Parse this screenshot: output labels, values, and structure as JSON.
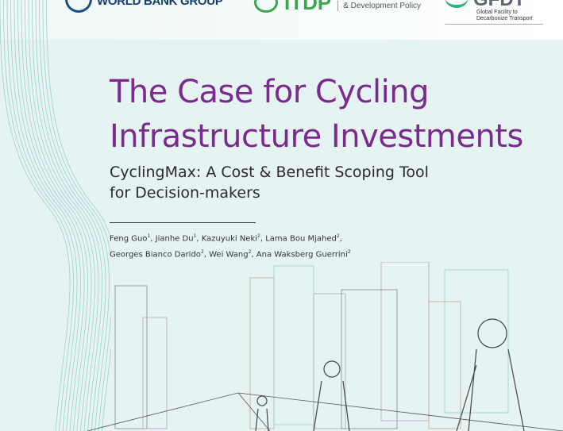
{
  "logos": {
    "world_bank": "WORLD BANK GROUP",
    "itdp": "ITDP",
    "itdp_sub": "& Development Policy",
    "gfdt": "GFDT",
    "gfdt_sub_1": "Global Facility to",
    "gfdt_sub_2": "Decarbonize Transport"
  },
  "title_line1": "The Case for Cycling",
  "title_line2": "Infrastructure Investments",
  "subtitle_line1": "CyclingMax: A Cost & Benefit Scoping Tool",
  "subtitle_line2": "for Decision-makers",
  "authors_line1": [
    {
      "name": "Feng Guo",
      "aff": "1"
    },
    {
      "name": "Jianhe Du",
      "aff": "1"
    },
    {
      "name": "Kazuyuki Neki",
      "aff": "2"
    },
    {
      "name": "Lama Bou Mjahed",
      "aff": "2"
    }
  ],
  "authors_line2": [
    {
      "name": "Georges Bianco Darido",
      "aff": "2"
    },
    {
      "name": "Wei Wang",
      "aff": "2"
    },
    {
      "name": "Ana Waksberg Guerrini",
      "aff": "2"
    }
  ],
  "colors": {
    "title": "#7b2b8e",
    "background": "#e6f3f3",
    "accent_green": "#3aa84a"
  }
}
